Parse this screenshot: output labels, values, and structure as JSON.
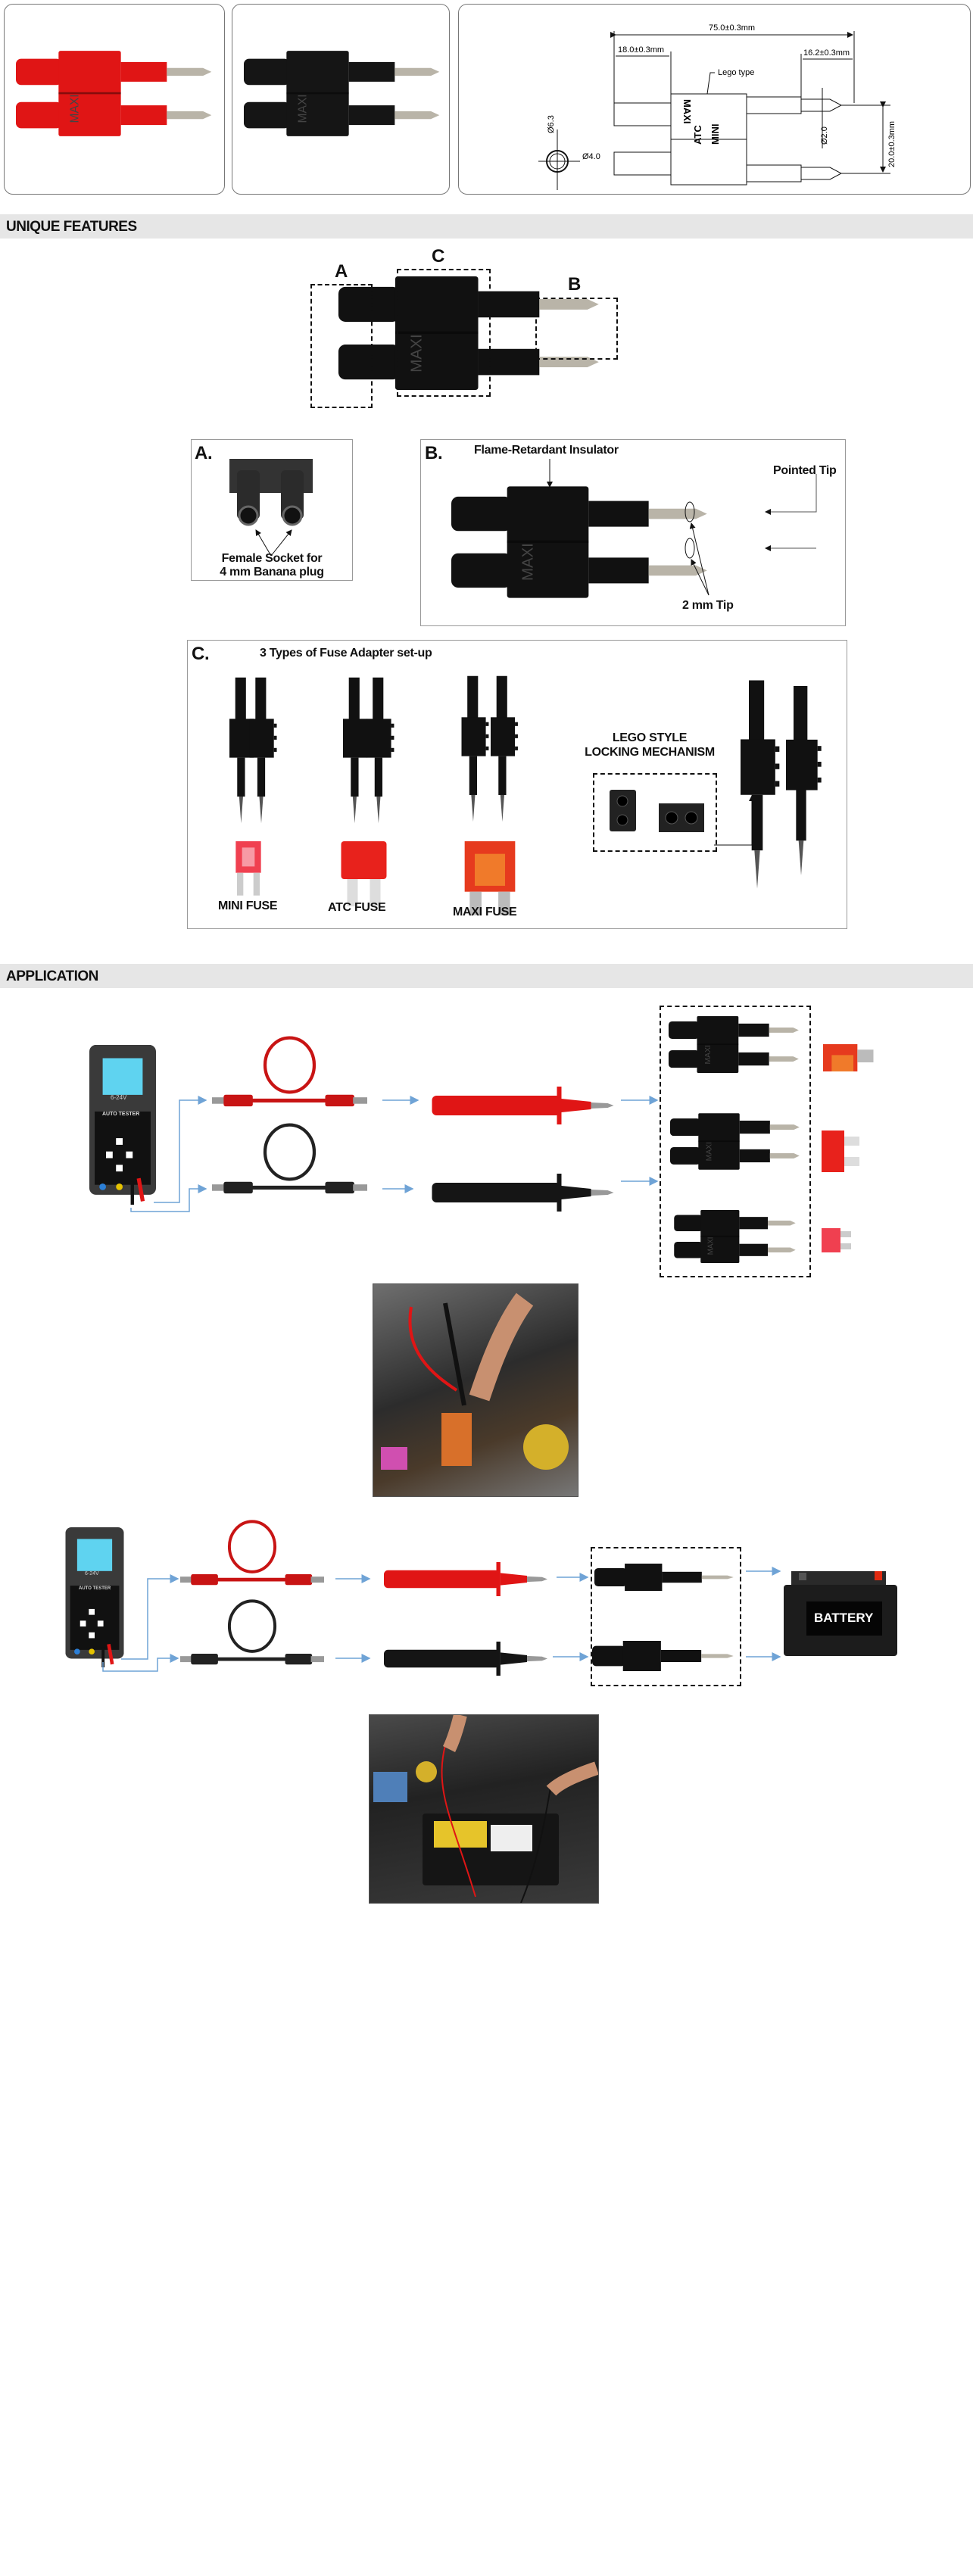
{
  "colors": {
    "section_bar": "#e6e6e6",
    "red": "#e01515",
    "black": "#151515",
    "arrow": "#6fa3d6"
  },
  "drawing": {
    "overall": "75.0±0.3mm",
    "socket_len": "18.0±0.3mm",
    "tip_len": "16.2±0.3mm",
    "lego": "Lego type",
    "outer_dia": "Ø6.3",
    "inner_dia": "Ø4.0",
    "tip_dia": "Ø2.0",
    "pitch": "20.0±0.3mm",
    "marks": [
      "MAXI",
      "ATC",
      "MINI"
    ]
  },
  "unique_features": {
    "title": "UNIQUE FEATURES",
    "callouts": [
      "A",
      "B",
      "C"
    ],
    "a": {
      "letter": "A.",
      "caption_1": "Female Socket for",
      "caption_2": "4 mm Banana plug"
    },
    "b": {
      "letter": "B.",
      "insulator": "Flame-Retardant Insulator",
      "pointed": "Pointed Tip",
      "tip": "2 mm Tip"
    },
    "c": {
      "letter": "C.",
      "title": "3 Types of Fuse Adapter set-up",
      "fuses": [
        "MINI FUSE",
        "ATC FUSE",
        "MAXI FUSE"
      ],
      "lego_1": "LEGO STYLE",
      "lego_2": "LOCKING MECHANISM"
    }
  },
  "application": {
    "title": "APPLICATION",
    "tester_label": "AUTO TESTER",
    "tester_range": "6-24V",
    "battery_label": "BATTERY"
  }
}
